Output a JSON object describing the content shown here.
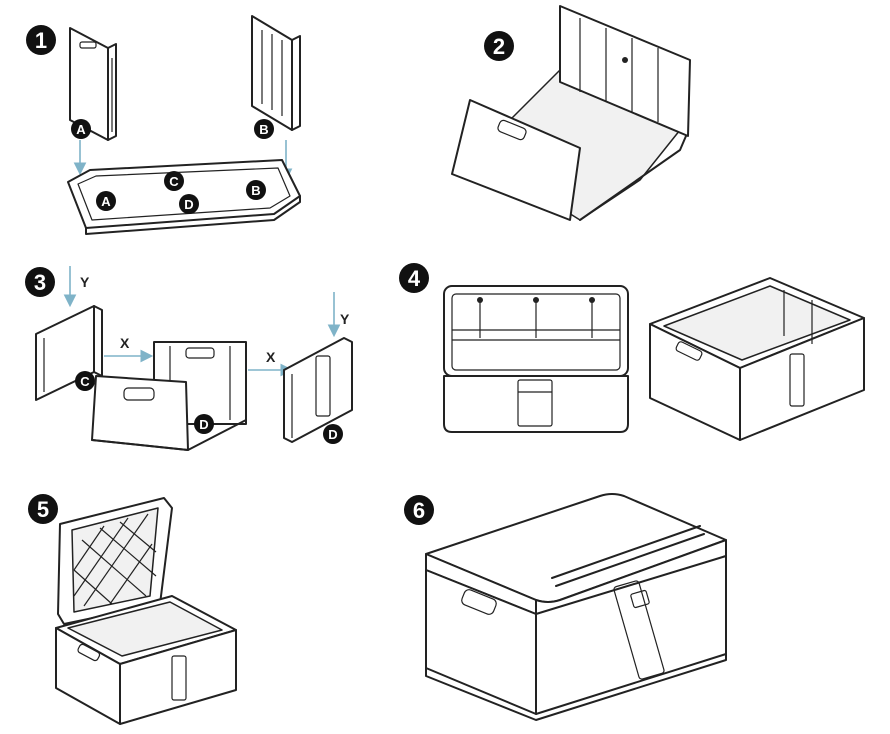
{
  "steps": [
    {
      "number": "1",
      "badges": [
        "A",
        "B",
        "A",
        "C",
        "D",
        "B"
      ]
    },
    {
      "number": "2"
    },
    {
      "number": "3",
      "badges": [
        "C",
        "D",
        "D"
      ],
      "axis_labels": [
        "Y",
        "X",
        "X",
        "Y"
      ]
    },
    {
      "number": "4"
    },
    {
      "number": "5"
    },
    {
      "number": "6"
    }
  ]
}
